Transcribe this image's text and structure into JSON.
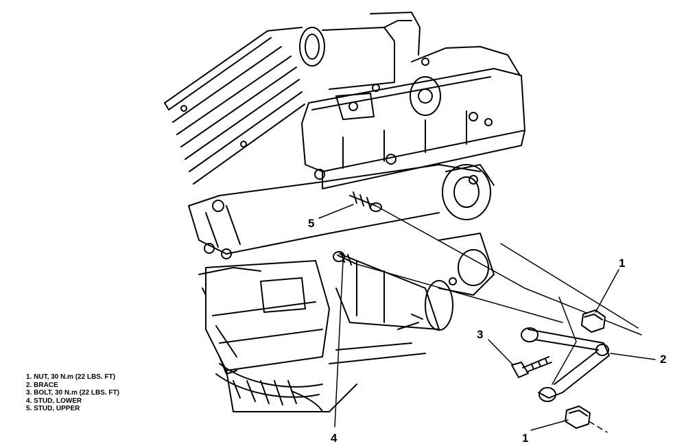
{
  "legend": [
    {
      "number": "1",
      "text": "NUT, 30 N.m (22 LBS. FT)"
    },
    {
      "number": "2",
      "text": "BRACE"
    },
    {
      "number": "3",
      "text": "BOLT, 30 N.m (22 LBS. FT)"
    },
    {
      "number": "4",
      "text": "STUD, LOWER"
    },
    {
      "number": "5",
      "text": "STUD, UPPER"
    }
  ],
  "callouts": {
    "nut_upper": "1",
    "brace": "2",
    "bolt": "3",
    "stud_lower": "4",
    "stud_upper": "5",
    "nut_lower": "1"
  }
}
